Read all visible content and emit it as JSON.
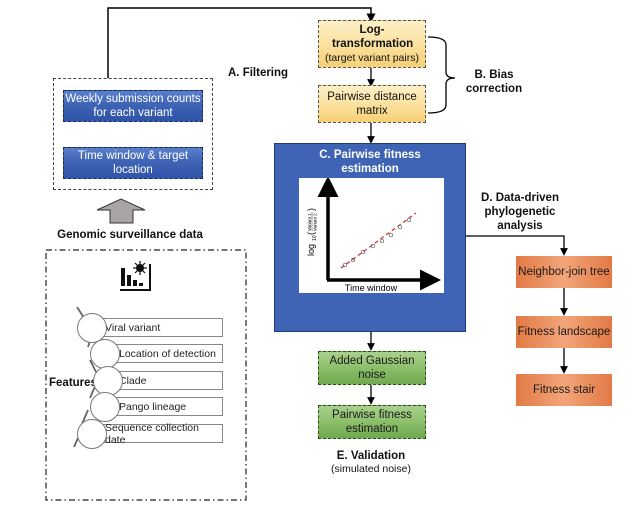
{
  "filtering": {
    "section_label": "A. Filtering",
    "weekly_counts_box": "Weekly submission counts for each variant",
    "time_window_box": "Time window & target location",
    "source_label": "Genomic surveillance data"
  },
  "bias_correction": {
    "section_label": "B. Bias correction",
    "log_transform_title": "Log-transformation",
    "log_transform_subtitle": "(target variant pairs)",
    "distance_matrix_box": "Pairwise distance matrix"
  },
  "fitness_estimation": {
    "section_label": "C. Pairwise fitness estimation",
    "plot": {
      "x_label": "Time window",
      "y_label_prefix": "log",
      "y_label_base": "10",
      "y_label_numerator": "Variant 1",
      "y_label_denominator": "Variant 2",
      "trend_color": "#cc2a2a"
    }
  },
  "phylogenetic": {
    "section_label": "D. Data-driven phylogenetic analysis",
    "steps": [
      "Neighbor-join tree",
      "Fitness landscape",
      "Fitness stair"
    ]
  },
  "validation": {
    "steps": [
      "Added Gaussian noise",
      "Pairwise fitness estimation"
    ],
    "section_label": "E. Validation",
    "section_sublabel": "(simulated noise)"
  },
  "features": {
    "label": "Features",
    "icon": "data-virus-chart-icon",
    "items": [
      "Viral variant",
      "Location of detection",
      "Clade",
      "Pango lineage",
      "Sequence collection date"
    ]
  },
  "colors": {
    "blue": "#3f64b5",
    "yellow": "#fbe2a0",
    "green": "#8cbf6a",
    "orange": "#e8895a"
  }
}
